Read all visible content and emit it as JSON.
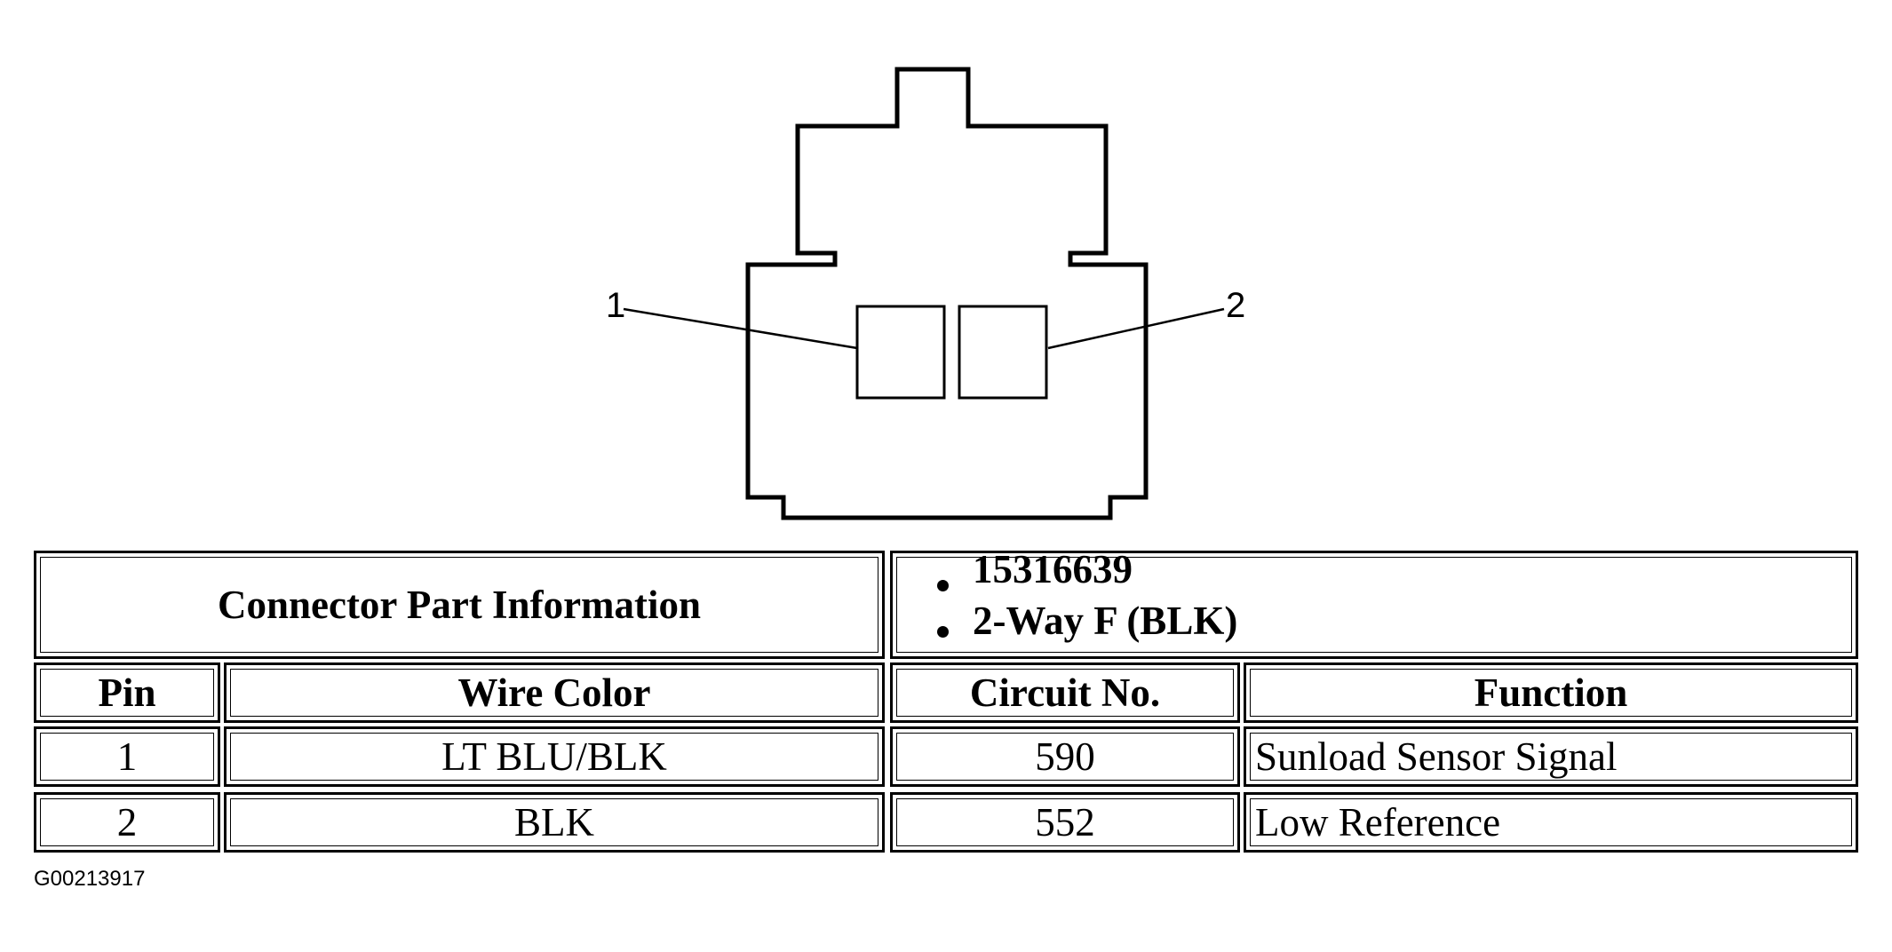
{
  "diagram": {
    "pin_labels": [
      "1",
      "2"
    ]
  },
  "table": {
    "header_label": "Connector Part Information",
    "part_info": [
      "15316639",
      "2-Way F (BLK)"
    ],
    "columns": [
      "Pin",
      "Wire Color",
      "Circuit No.",
      "Function"
    ],
    "rows": [
      [
        "1",
        "LT BLU/BLK",
        "590",
        "Sunload Sensor Signal"
      ],
      [
        "2",
        "BLK",
        "552",
        "Low Reference"
      ]
    ]
  },
  "figure_id": "G00213917"
}
